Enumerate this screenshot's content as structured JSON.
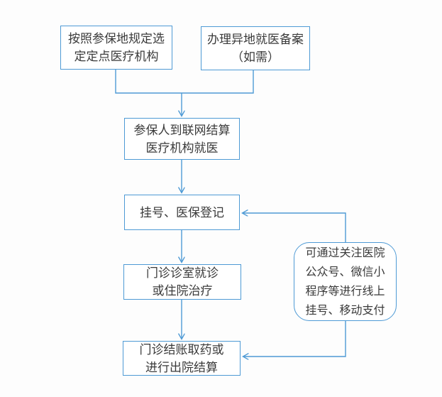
{
  "diagram": {
    "type": "flowchart",
    "accent_color": "#4e9ad5",
    "text_color": "#3a3a3a",
    "background_color": "#fdfdfd",
    "nodes": {
      "select_fixed_institution": {
        "label": "按照参保地规定选\n定定点医疗机构"
      },
      "remote_medical_filing": {
        "label": "办理异地就医备案\n（如需）"
      },
      "visit_networked_institution": {
        "label": "参保人到联网结算\n医疗机构就医"
      },
      "register_insurance": {
        "label": "挂号、医保登记"
      },
      "outpatient_or_inpatient": {
        "label": "门诊诊室就诊\n或住院治疗"
      },
      "settle_and_discharge": {
        "label": "门诊结账取药或\n进行出院结算"
      },
      "online_note": {
        "label": "可通过关注医院\n公众号、微信小\n程序等进行线上\n挂号、移动支付"
      }
    },
    "edges": [
      {
        "from": "select_fixed_institution",
        "to": "visit_networked_institution",
        "arrow": true
      },
      {
        "from": "remote_medical_filing",
        "to": "visit_networked_institution",
        "arrow": true
      },
      {
        "from": "visit_networked_institution",
        "to": "register_insurance",
        "arrow": true
      },
      {
        "from": "register_insurance",
        "to": "outpatient_or_inpatient",
        "arrow": true
      },
      {
        "from": "outpatient_or_inpatient",
        "to": "settle_and_discharge",
        "arrow": true
      },
      {
        "from": "online_note",
        "to": "register_insurance",
        "arrow": true
      },
      {
        "from": "online_note",
        "to": "settle_and_discharge",
        "arrow": true
      }
    ]
  }
}
